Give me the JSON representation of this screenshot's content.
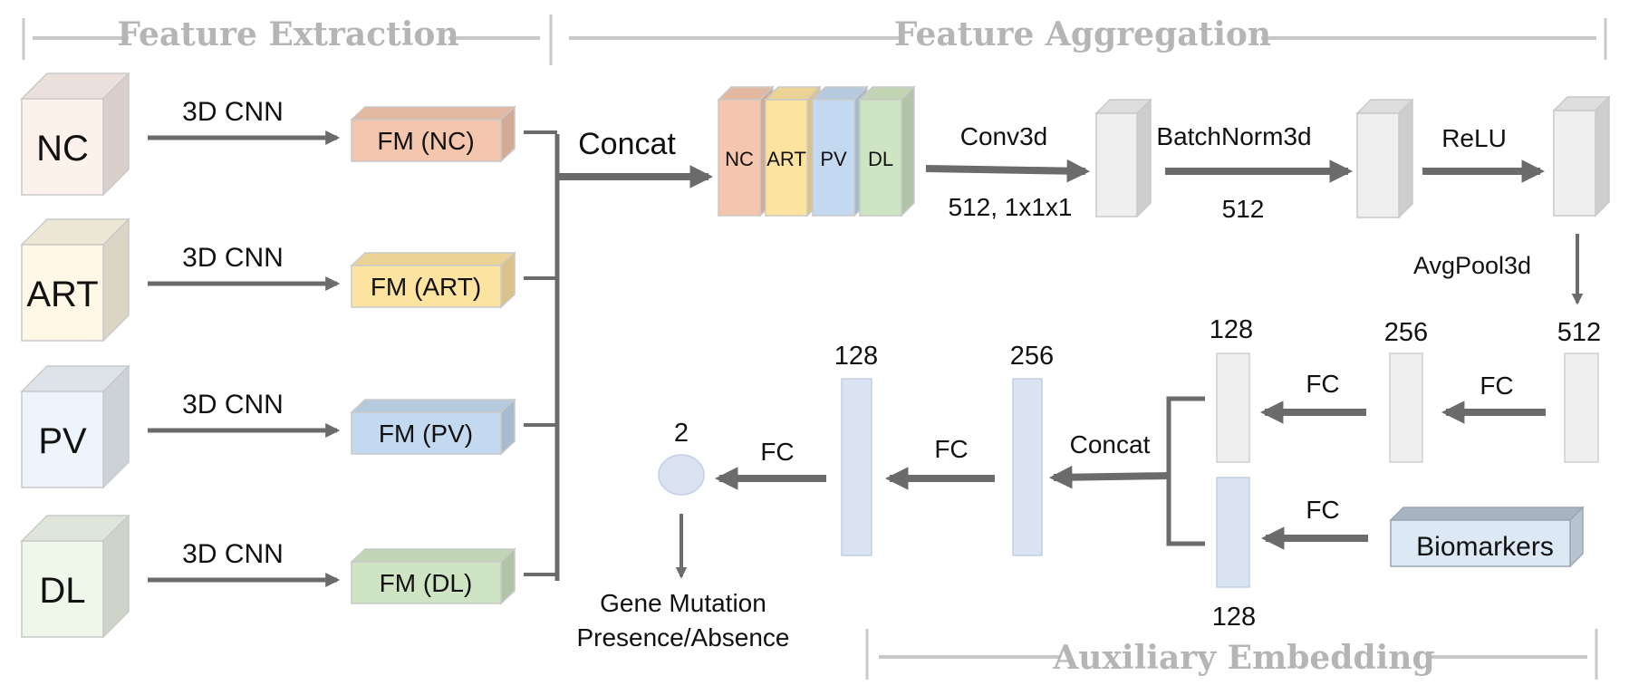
{
  "sections": {
    "extraction": "Feature Extraction",
    "aggregation": "Feature Aggregation",
    "auxiliary": "Auxiliary Embedding"
  },
  "phases": [
    {
      "input": "NC",
      "op": "3D CNN",
      "fm": "FM (NC)",
      "front": "#fdf1ec",
      "fm_color": "#f4c6ad"
    },
    {
      "input": "ART",
      "op": "3D CNN",
      "fm": "FM (ART)",
      "front": "#fff8e6",
      "fm_color": "#fde3a0"
    },
    {
      "input": "PV",
      "op": "3D CNN",
      "fm": "FM (PV)",
      "front": "#eef4fb",
      "fm_color": "#c3d9ef"
    },
    {
      "input": "DL",
      "op": "3D CNN",
      "fm": "FM (DL)",
      "front": "#eff6ea",
      "fm_color": "#cfe4c2"
    }
  ],
  "concat_label": "Concat",
  "stack_labels": [
    "NC",
    "ART",
    "PV",
    "DL"
  ],
  "aggregation": {
    "conv": "Conv3d",
    "conv_params": "512, 1x1x1",
    "batchnorm": "BatchNorm3d",
    "batchnorm_params": "512",
    "relu": "ReLU",
    "avgpool": "AvgPool3d"
  },
  "fc_path": {
    "dim_512": "512",
    "dim_256_img": "256",
    "dim_128_img": "128",
    "dim_128_bio": "128",
    "biomarkers": "Biomarkers",
    "fc": "FC",
    "concat": "Concat",
    "dim_256": "256",
    "dim_128": "128",
    "output_dim": "2",
    "output_label_1": "Gene Mutation",
    "output_label_2": "Presence/Absence"
  },
  "colors": {
    "arrow": "#6b6b6b",
    "section_line": "#c8c8c8",
    "gray_block": "#efefef",
    "blue_block": "#d9e3f2",
    "biomarker_top": "#a9b4c2",
    "biomarker_front": "#dce9f5"
  }
}
